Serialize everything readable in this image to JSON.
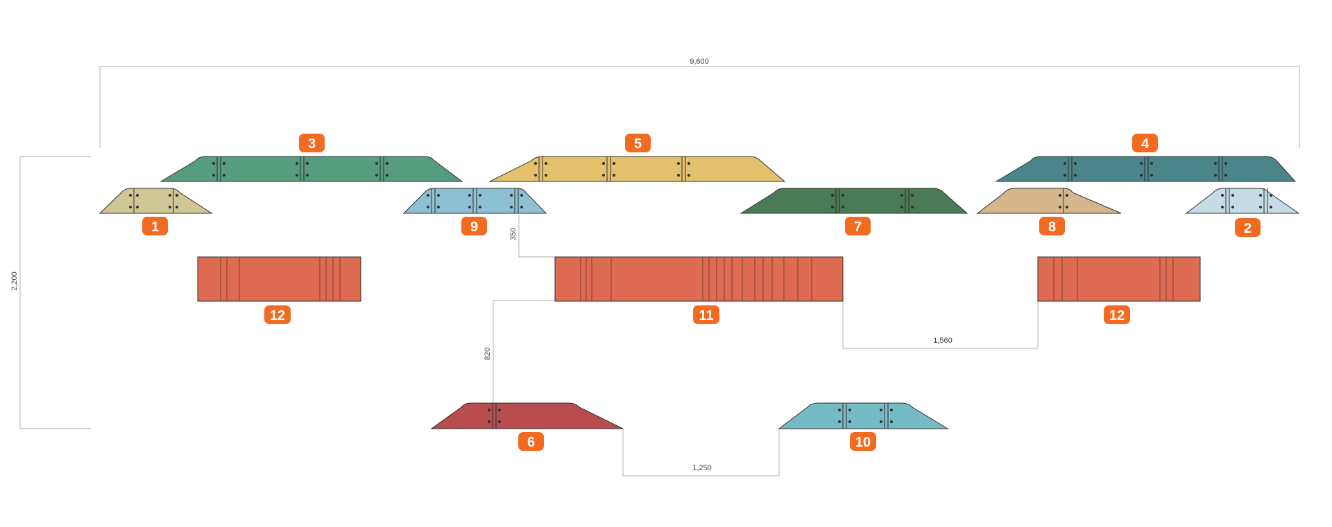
{
  "colors": {
    "badge": "#F26B21",
    "segment_1": "#CFC795",
    "segment_2": "#C6DCE5",
    "segment_3": "#569C7F",
    "segment_4": "#4A858B",
    "segment_5": "#E2C06C",
    "segment_6": "#B94C4F",
    "segment_7": "#4A7A55",
    "segment_8": "#D5B68D",
    "segment_9": "#8DC0D3",
    "segment_10": "#74BBC5",
    "bench": "#DC6B52"
  },
  "pieces": [
    {
      "id": "piece-1",
      "label": "1",
      "shape": "trapezoid",
      "color": "#CFC795"
    },
    {
      "id": "piece-9",
      "label": "9",
      "shape": "trapezoid",
      "color": "#8DC0D3"
    },
    {
      "id": "piece-7",
      "label": "7",
      "shape": "trapezoid",
      "color": "#4A7A55"
    },
    {
      "id": "piece-8",
      "label": "8",
      "shape": "trapezoid",
      "color": "#D5B68D"
    },
    {
      "id": "piece-2",
      "label": "2",
      "shape": "trapezoid",
      "color": "#C6DCE5"
    },
    {
      "id": "piece-3",
      "label": "3",
      "shape": "trapezoid",
      "color": "#569C7F"
    },
    {
      "id": "piece-5",
      "label": "5",
      "shape": "trapezoid",
      "color": "#E2C06C"
    },
    {
      "id": "piece-4",
      "label": "4",
      "shape": "trapezoid",
      "color": "#4A858B"
    },
    {
      "id": "piece-12-left",
      "label": "12",
      "shape": "bench",
      "color": "#DC6B52"
    },
    {
      "id": "piece-11",
      "label": "11",
      "shape": "bench",
      "color": "#DC6B52"
    },
    {
      "id": "piece-12-right",
      "label": "12",
      "shape": "bench",
      "color": "#DC6B52"
    },
    {
      "id": "piece-6",
      "label": "6",
      "shape": "trapezoid",
      "color": "#B94C4F"
    },
    {
      "id": "piece-10",
      "label": "10",
      "shape": "trapezoid",
      "color": "#74BBC5"
    }
  ],
  "dimensions": {
    "total_width": "9,600",
    "total_height": "2,200",
    "gap_350": "350",
    "gap_820": "820",
    "gap_1560": "1,560",
    "gap_1250": "1,250"
  }
}
